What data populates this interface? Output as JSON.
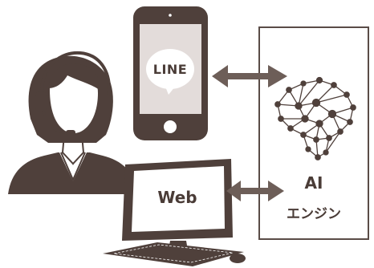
{
  "phone": {
    "app_label": "LINE"
  },
  "monitor": {
    "screen_label": "Web"
  },
  "ai_engine": {
    "title": "AI",
    "subtitle": "エンジン"
  },
  "colors": {
    "dark": "#4f403b",
    "arrow": "#6d5e58",
    "phone_screen": "#e3dcda",
    "background": "#ffffff"
  },
  "icons": [
    "operator-headset-icon",
    "smartphone-icon",
    "line-speech-bubble-icon",
    "desktop-computer-icon",
    "keyboard-icon",
    "mouse-icon",
    "ai-brain-network-icon",
    "double-arrow-icon"
  ]
}
